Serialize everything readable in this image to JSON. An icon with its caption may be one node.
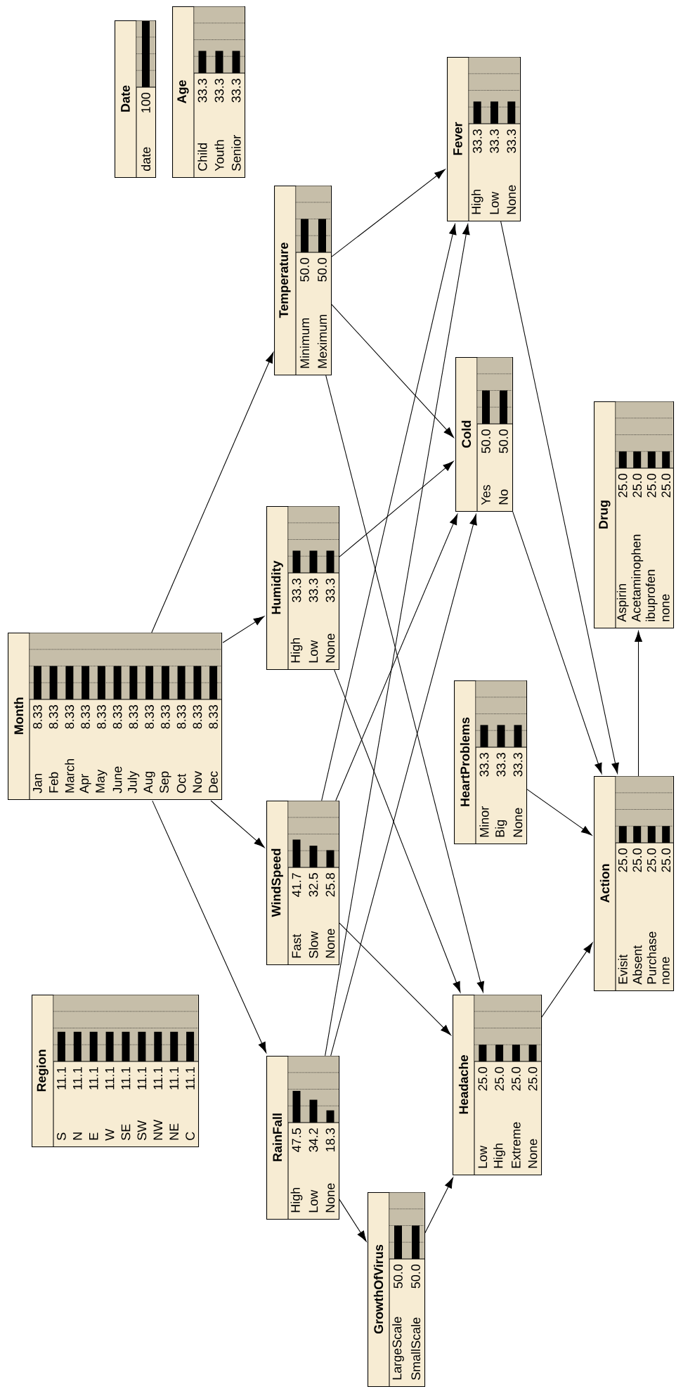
{
  "diagram": {
    "nodes": [
      {
        "text": [
          "Date",
          "date",
          "100"
        ]
      },
      {
        "text": [
          "Age",
          "Child",
          "33.3",
          "Youth",
          "33.3",
          "Senior",
          "33.3"
        ]
      },
      {
        "text": [
          "Fever",
          "High",
          "33.3",
          "Low",
          "33.3",
          "None",
          "33.3"
        ]
      },
      {
        "text": [
          "Temperature",
          "Minimum",
          "50.0",
          "Meximum",
          "50.0"
        ]
      },
      {
        "text": [
          "Cold",
          "Yes",
          "50.0",
          "No",
          "50.0"
        ]
      },
      {
        "text": [
          "Drug",
          "Aspirin",
          "25.0",
          "Acetaminophen",
          "25.0",
          "ibuprofen",
          "25.0",
          "none",
          "25.0"
        ]
      },
      {
        "text": [
          "Humidity",
          "High",
          "33.3",
          "Low",
          "33.3",
          "None",
          "33.3"
        ]
      },
      {
        "text": [
          "Month",
          "Jan",
          "8.33",
          "Feb",
          "8.33",
          "March",
          "8.33",
          "Apr",
          "8.33",
          "May",
          "8.33",
          "June",
          "8.33",
          "July",
          "8.33",
          "Aug",
          "8.33",
          "Sep",
          "8.33",
          "Oct",
          "8.33",
          "Nov",
          "8.33",
          "Dec",
          "8.33"
        ]
      },
      {
        "text": [
          "HeartProblems",
          "Minor",
          "33.3",
          "Big",
          "33.3",
          "None",
          "33.3"
        ]
      },
      {
        "text": [
          "Action",
          "Evisit",
          "25.0",
          "Absent",
          "25.0",
          "Purchase",
          "25.0",
          "none",
          "25.0"
        ]
      },
      {
        "text": [
          "WindSpeed",
          "Fast",
          "41.7",
          "Slow",
          "32.5",
          "None",
          "25.8"
        ]
      },
      {
        "text": [
          "Region",
          "S",
          "11.1",
          "N",
          "11.1",
          "E",
          "11.1",
          "W",
          "11.1",
          "SE",
          "11.1",
          "SW",
          "11.1",
          "NW",
          "11.1",
          "NE",
          "11.1",
          "C",
          "11.1"
        ]
      },
      {
        "text": [
          "Headache",
          "Low",
          "25.0",
          "High",
          "25.0",
          "Extreme",
          "25.0",
          "None",
          "25.0"
        ]
      },
      {
        "text": [
          "RainFall",
          "High",
          "47.5",
          "Low",
          "34.2",
          "None",
          "18.3"
        ]
      },
      {
        "text": [
          "GrowthOfVirus",
          "LargeScale",
          "50.0",
          "SmallScale",
          "50.0"
        ]
      }
    ],
    "edges": [
      {
        "from": 7,
        "to": 3,
        "arrow": "to"
      },
      {
        "from": 7,
        "to": 6,
        "arrow": "to"
      },
      {
        "from": 7,
        "to": 10,
        "arrow": "to"
      },
      {
        "from": 7,
        "to": 13,
        "arrow": "to"
      },
      {
        "from": 3,
        "to": 2,
        "arrow": "to"
      },
      {
        "from": 3,
        "to": 4,
        "arrow": "to"
      },
      {
        "from": 3,
        "to": 12,
        "arrow": "to"
      },
      {
        "from": 6,
        "to": 4,
        "arrow": "to"
      },
      {
        "from": 6,
        "to": 12,
        "arrow": "to"
      },
      {
        "from": 10,
        "to": 2,
        "arrow": "to"
      },
      {
        "from": 10,
        "to": 4,
        "arrow": "to"
      },
      {
        "from": 10,
        "to": 12,
        "arrow": "to"
      },
      {
        "from": 13,
        "to": 2,
        "arrow": "to"
      },
      {
        "from": 13,
        "to": 4,
        "arrow": "to"
      },
      {
        "from": 13,
        "to": 14,
        "arrow": "to"
      },
      {
        "from": 14,
        "to": 12,
        "arrow": "to"
      },
      {
        "from": 2,
        "to": 9,
        "arrow": "to"
      },
      {
        "from": 4,
        "to": 9,
        "arrow": "to"
      },
      {
        "from": 8,
        "to": 9,
        "arrow": "to"
      },
      {
        "from": 12,
        "to": 9,
        "arrow": "to"
      },
      {
        "from": 9,
        "to": 5,
        "arrow": "to"
      }
    ]
  }
}
